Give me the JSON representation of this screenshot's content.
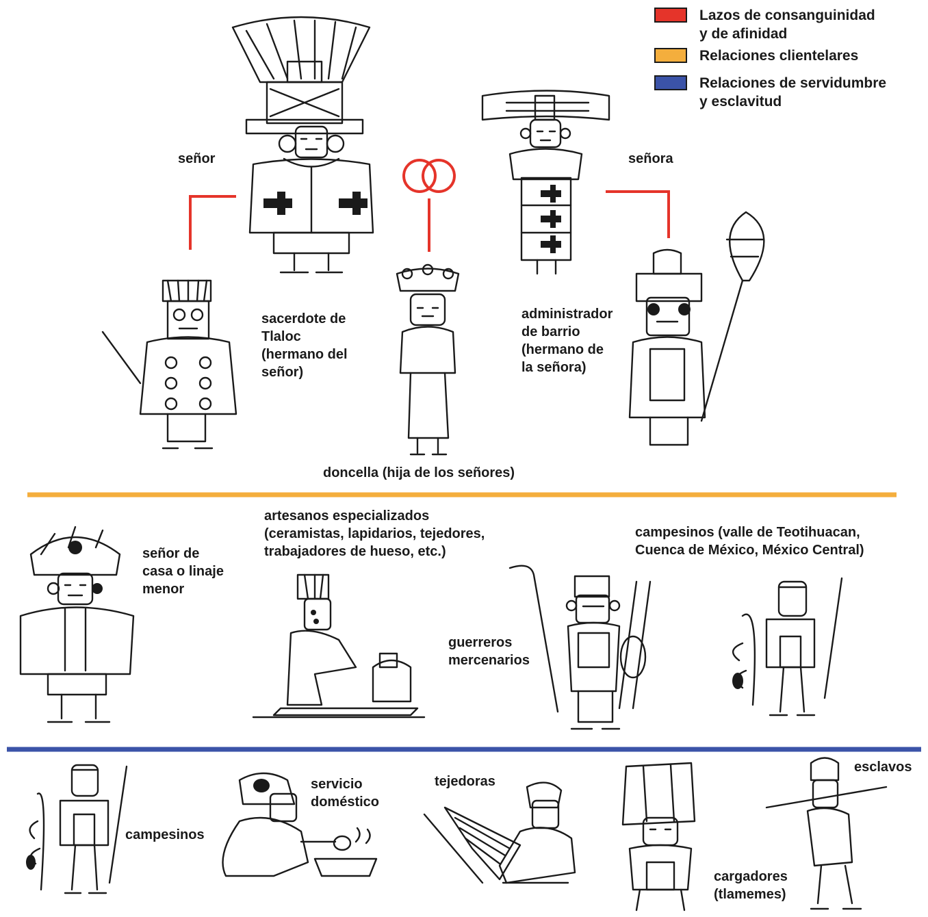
{
  "colors": {
    "kinship": "#e5342a",
    "clientelar": "#f4ae3d",
    "servitude": "#3b53a8",
    "ink": "#1a1a1a"
  },
  "legend": [
    {
      "label": "Lazos de consanguinidad\ny de afinidad",
      "color": "#e5342a"
    },
    {
      "label": "Relaciones clientelares",
      "color": "#f4ae3d"
    },
    {
      "label": "Relaciones de servidumbre\ny esclavitud",
      "color": "#3b53a8"
    }
  ],
  "tier1": {
    "senor": "señor",
    "senora": "señora",
    "sacerdote": "sacerdote de\nTlaloc\n(hermano del\nseñor)",
    "administrador": "administrador\nde barrio\n(hermano de\nla señora)",
    "doncella": "doncella (hija de los señores)",
    "marriage_icon": "wedding-rings-icon"
  },
  "tier2": {
    "linaje": "señor de\ncasa o linaje\nmenor",
    "artesanos": "artesanos especializados\n(ceramistas, lapidarios, tejedores,\ntrabajadores de hueso, etc.)",
    "guerreros": "guerreros\nmercenarios",
    "campesinos_valle": "campesinos (valle de Teotihuacan,\nCuenca de México, México Central)"
  },
  "tier3": {
    "campesinos": "campesinos",
    "servicio": "servicio\ndoméstico",
    "tejedoras": "tejedoras",
    "esclavos": "esclavos",
    "cargadores": "cargadores\n(tlamemes)"
  }
}
